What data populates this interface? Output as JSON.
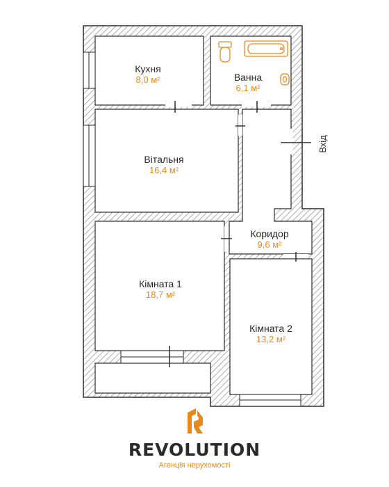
{
  "rooms": {
    "kitchen": {
      "name": "Кухня",
      "area": "8,0 м²"
    },
    "bathroom": {
      "name": "Ванна",
      "area": "6,1 м²"
    },
    "living": {
      "name": "Вітальня",
      "area": "16,4 м²"
    },
    "corridor": {
      "name": "Коридор",
      "area": "9,6 м²"
    },
    "room1": {
      "name": "Кімната 1",
      "area": "18,7 м²"
    },
    "room2": {
      "name": "Кімната 2",
      "area": "13,2 м²"
    }
  },
  "entry_label": "Вхід",
  "brand": {
    "name": "REVOLUTION",
    "tagline": "Агенція нерухомості"
  },
  "colors": {
    "accent": "#e8891c",
    "wall": "#2a2a2a",
    "hatch": "#9a9a9a"
  }
}
